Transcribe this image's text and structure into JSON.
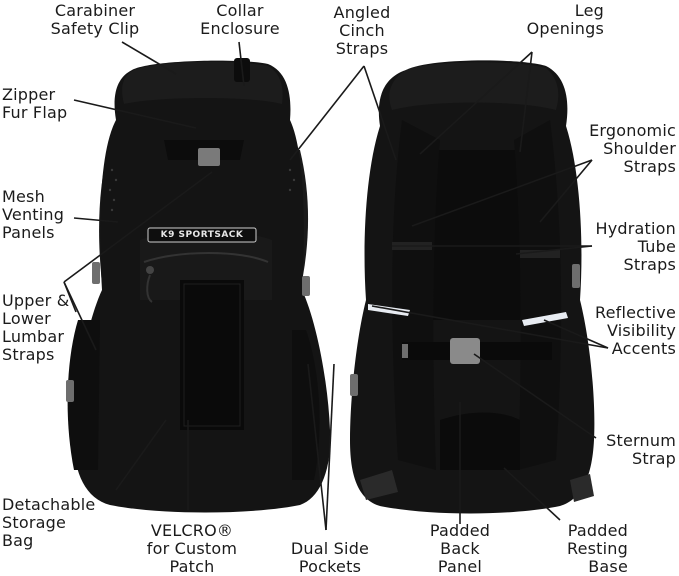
{
  "product": {
    "logo_text": "K9 SPORTSACK"
  },
  "callouts": {
    "carabiner": "Carabiner\nSafety Clip",
    "collar": "Collar\nEnclosure",
    "angled_cinch": "Angled\nCinch\nStraps",
    "leg_openings": "Leg\nOpenings",
    "zipper_fur_flap": "Zipper\nFur Flap",
    "ergonomic_shoulder": "Ergonomic\nShoulder\nStraps",
    "mesh_venting": "Mesh\nVenting\nPanels",
    "hydration_tube": "Hydration\nTube\nStraps",
    "upper_lower_lumbar": "Upper &\nLower\nLumbar\nStraps",
    "reflective_visibility": "Reflective\nVisibility\nAccents",
    "sternum_strap": "Sternum\nStrap",
    "detachable_storage": "Detachable\nStorage\nBag",
    "velcro_patch": "VELCRO®\nfor Custom\nPatch",
    "dual_side_pockets": "Dual Side\nPockets",
    "padded_back_panel": "Padded\nBack\nPanel",
    "padded_resting_base": "Padded\nResting\nBase"
  },
  "colors": {
    "bag": "#141414",
    "bag_shade": "#0a0a0a",
    "bag_highlight": "#242424",
    "buckle": "#8a8a8a",
    "reflective": "#e8ecf2",
    "leader_line": "#1a1a1a",
    "text": "#1b1b1b"
  }
}
